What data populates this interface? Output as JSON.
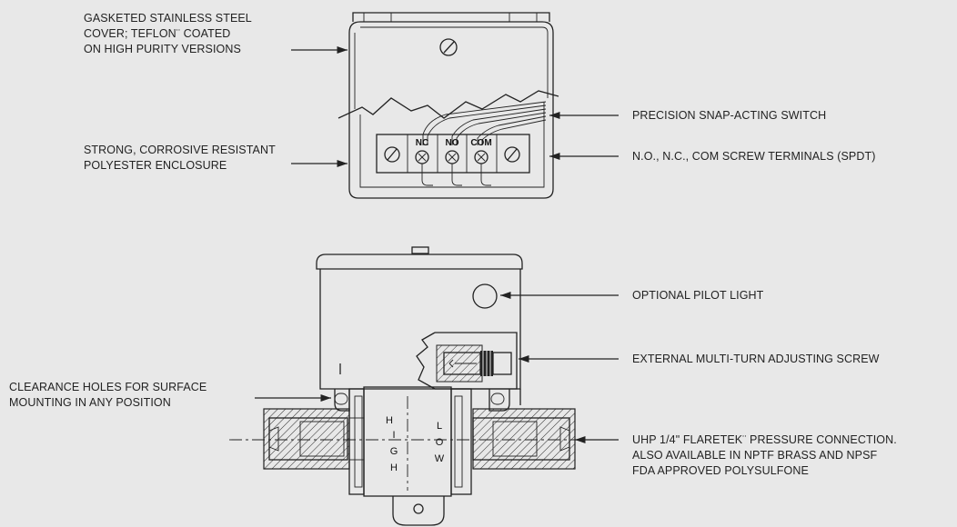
{
  "callouts": {
    "cover": [
      "GASKETED STAINLESS STEEL",
      "COVER; TEFLON¨  COATED",
      "ON HIGH PURITY VERSIONS"
    ],
    "enclosure": [
      "STRONG, CORROSIVE RESISTANT",
      "POLYESTER ENCLOSURE"
    ],
    "switch": [
      "PRECISION SNAP-ACTING SWITCH"
    ],
    "terminals": [
      "N.O., N.C., COM SCREW TERMINALS (SPDT)"
    ],
    "pilot": [
      "OPTIONAL PILOT LIGHT"
    ],
    "adjust": [
      "EXTERNAL MULTI-TURN ADJUSTING SCREW"
    ],
    "holes": [
      "CLEARANCE HOLES FOR SURFACE",
      "MOUNTING IN ANY POSITION"
    ],
    "connection": [
      "UHP 1/4\" FLARETEK¨   PRESSURE CONNECTION.",
      "ALSO AVAILABLE IN NPTF BRASS AND NPSF",
      "FDA APPROVED POLYSULFONE"
    ]
  },
  "terminals": {
    "nc": "NC",
    "no": "NO",
    "com": "COM"
  },
  "ports": {
    "high": [
      "H",
      "I",
      "G",
      "H"
    ],
    "low": [
      "L",
      "O",
      "W"
    ]
  }
}
